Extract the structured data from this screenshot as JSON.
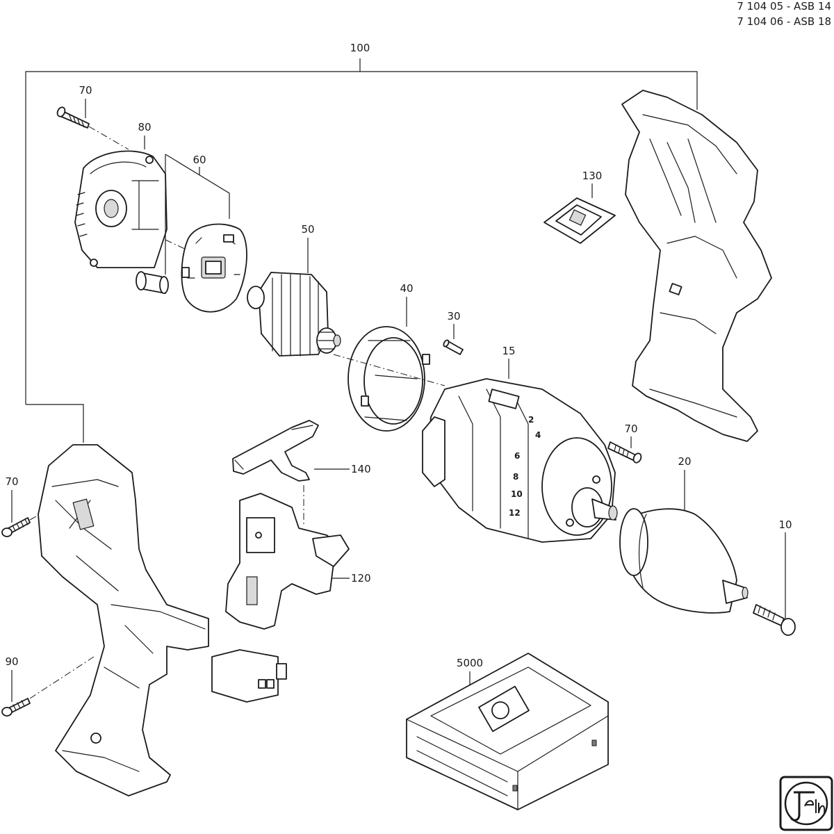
{
  "header": {
    "line1": "7 104 05 - ASB 14",
    "line2": "7 104 06 - ASB 18"
  },
  "callouts": {
    "c100": "100",
    "c70_top": "70",
    "c80": "80",
    "c60": "60",
    "c50": "50",
    "c40": "40",
    "c30": "30",
    "c15": "15",
    "c130": "130",
    "c70_right": "70",
    "c20": "20",
    "c10": "10",
    "c70_left": "70",
    "c140": "140",
    "c120": "120",
    "c90": "90",
    "c5000": "5000"
  },
  "gearbox_scale": [
    "2",
    "4",
    "6",
    "8",
    "10",
    "12"
  ],
  "logo": {
    "name": "fein-logo-icon"
  },
  "colors": {
    "line": "#1a1a1a",
    "fill": "#ffffff",
    "shade": "#d9d9d9"
  }
}
